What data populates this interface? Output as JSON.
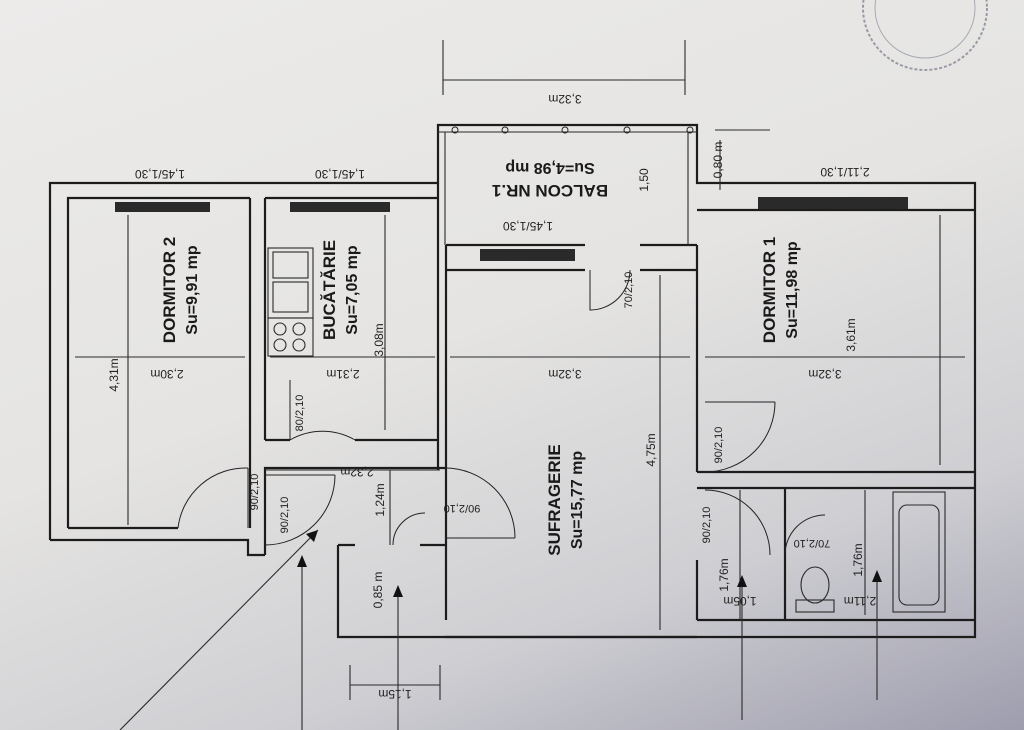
{
  "rooms": {
    "dormitor2": {
      "name": "DORMITOR 2",
      "area": "Su=9,91 mp",
      "width": "2,30m",
      "length": "4,31m"
    },
    "bucatarie": {
      "name": "BUCĂTĂRIE",
      "area": "Su=7,05 mp",
      "length": "3,08m",
      "width": "2,31m"
    },
    "balcon": {
      "name": "BALCON NR.1",
      "area": "Su=4,98 mp",
      "length": "3,32m",
      "depth": "1,50"
    },
    "dormitor1": {
      "name": "DORMITOR 1",
      "area": "Su=11,98 mp",
      "width": "3,32m",
      "length": "3,61m"
    },
    "sufragerie": {
      "name": "SUFRAGERIE",
      "area": "Su=15,77 mp",
      "width": "3,32m",
      "length": "4,75m"
    }
  },
  "windows": {
    "dormitor2": "1,45/1,30",
    "bucatarie": "1,45/1,30",
    "balcon": "1,45/1,30",
    "dormitor1": "2,11/1,30"
  },
  "doors": {
    "sufragerie_balcon": "70/2,10",
    "bucatarie": "80/2,10",
    "dormitor2": "90/2,10",
    "entrance": "90/2,10",
    "hall": "90/2,10",
    "dormitor1": "90/2,10",
    "bath_left": "90/2,10",
    "bath_right": "70/2,10"
  },
  "dims": {
    "hall_width": "2,32m",
    "hall_depth": "1,24m",
    "vestibule_depth": "0,85 m",
    "vestibule_width": "1,15m",
    "balcony_offset": "0,80 m",
    "storage_depth": "1,76m",
    "storage_width": "1,05m",
    "bath_depth": "1,76m",
    "bath_width": "2,11m"
  }
}
